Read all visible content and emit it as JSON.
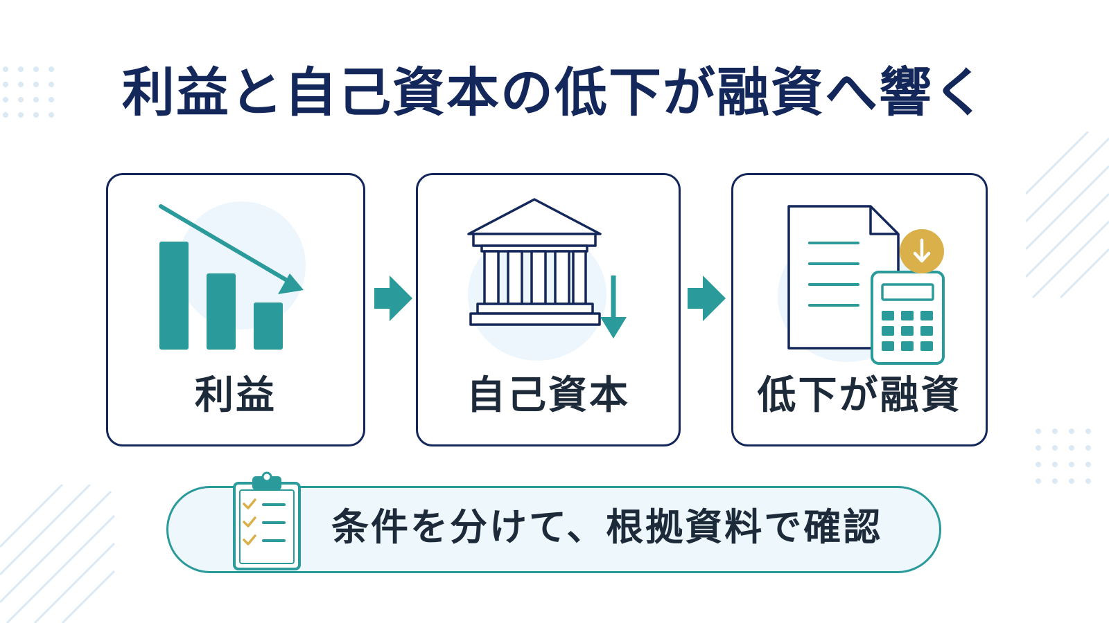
{
  "title": "利益と自己資本の低下が融資へ響く",
  "steps": [
    {
      "label": "利益",
      "icon": "declining-bar-chart-icon"
    },
    {
      "label": "自己資本",
      "icon": "bank-building-icon"
    },
    {
      "label": "低下が融資",
      "icon": "document-calculator-icon"
    }
  ],
  "banner": {
    "text": "条件を分けて、根拠資料で確認",
    "icon": "checklist-clipboard-icon"
  },
  "colors": {
    "navy": "#13275b",
    "teal": "#2a9a9b",
    "gold": "#d9b04a",
    "light_blue": "#edf6fc"
  }
}
